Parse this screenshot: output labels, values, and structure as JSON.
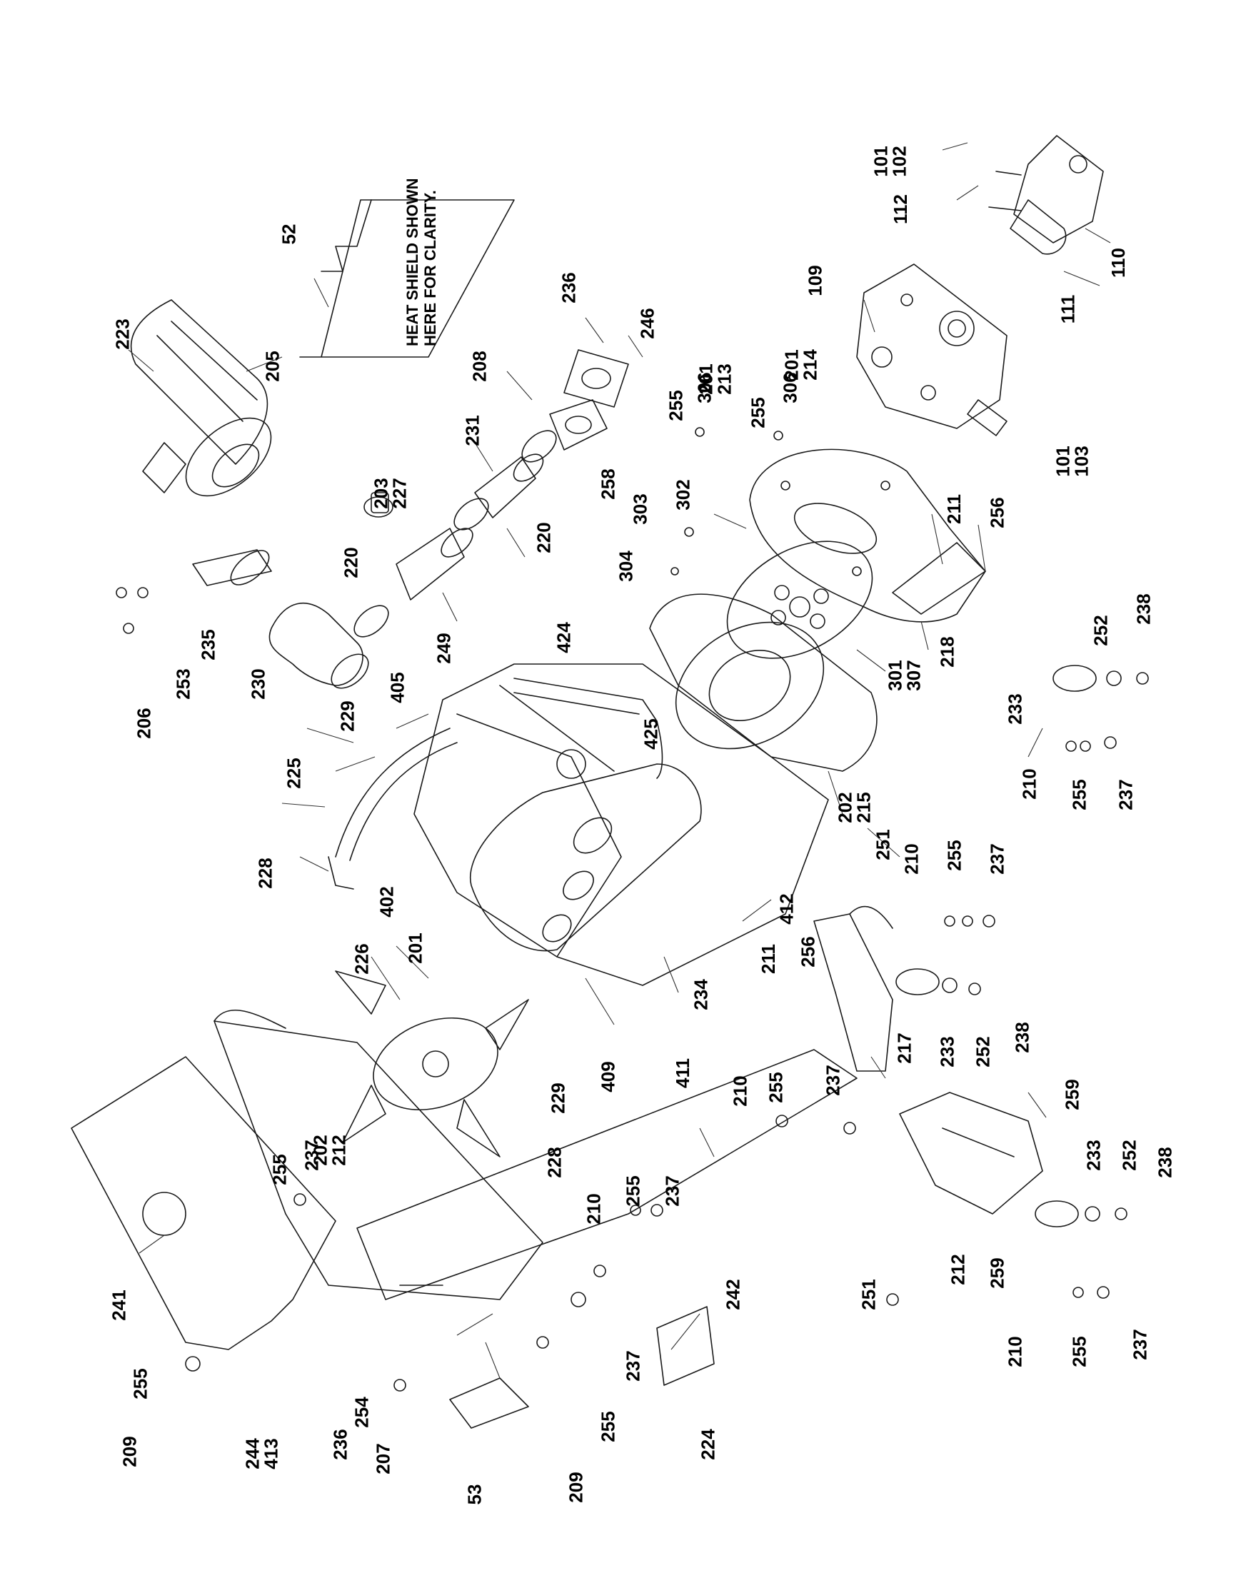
{
  "note": {
    "line1": "HEAT SHIELD SHOWN",
    "line2": "HERE FOR CLARITY."
  },
  "callouts": {
    "c223": "223",
    "c205": "205",
    "c52": "52",
    "c236a": "236",
    "c246": "246",
    "c208": "208",
    "c203_227": "203\n227",
    "c231": "231",
    "c258": "258",
    "c220a": "220",
    "c220b": "220",
    "c230": "230",
    "c249": "249",
    "c206": "206",
    "c253": "253",
    "c235": "235",
    "c229a": "229",
    "c405": "405",
    "c225": "225",
    "c228a": "228",
    "c424": "424",
    "c425": "425",
    "c402": "402",
    "c101_102": "101\n102",
    "c112": "112",
    "c110": "110",
    "c111": "111",
    "c109": "109",
    "c201_213": "201\n213",
    "c306a": "306",
    "c255a": "255",
    "c201_214": "201\n214",
    "c306b": "306",
    "c255b": "255",
    "c101_103": "101\n103",
    "c303": "303",
    "c302": "302",
    "c304": "304",
    "c211a": "211",
    "c256a": "256",
    "c218": "218",
    "c301_307": "301\n307",
    "c233a": "233",
    "c252a": "252",
    "c238a": "238",
    "c210a": "210",
    "c255c": "255",
    "c237a": "237",
    "c202_215": "202\n215",
    "c251a": "251",
    "c412": "412",
    "c210b": "210",
    "c255d": "255",
    "c237b": "237",
    "c234": "234",
    "c211b": "211",
    "c256b": "256",
    "c217": "217",
    "c233b": "233",
    "c252b": "252",
    "c238b": "238",
    "c226": "226",
    "c201": "201",
    "c409": "409",
    "c411": "411",
    "c229b": "229",
    "c228b": "228",
    "c210c": "210",
    "c255e": "255",
    "c237c": "237",
    "c259a": "259",
    "c233c": "233",
    "c252c": "252",
    "c238c": "238",
    "c212a": "212",
    "c259b": "259",
    "c251b": "251",
    "c210d": "210",
    "c255f": "255",
    "c237d": "237",
    "c202_212": "202\n212",
    "c237e": "237",
    "c255g": "255",
    "c210e": "210",
    "c255h": "255",
    "c237f": "237",
    "c241": "241",
    "c242": "242",
    "c224": "224",
    "c255i": "255",
    "c209a": "209",
    "c244_413": "244\n413",
    "c236b": "236",
    "c254": "254",
    "c207": "207",
    "c53": "53",
    "c255j": "255",
    "c237g": "237",
    "c209b": "209"
  }
}
